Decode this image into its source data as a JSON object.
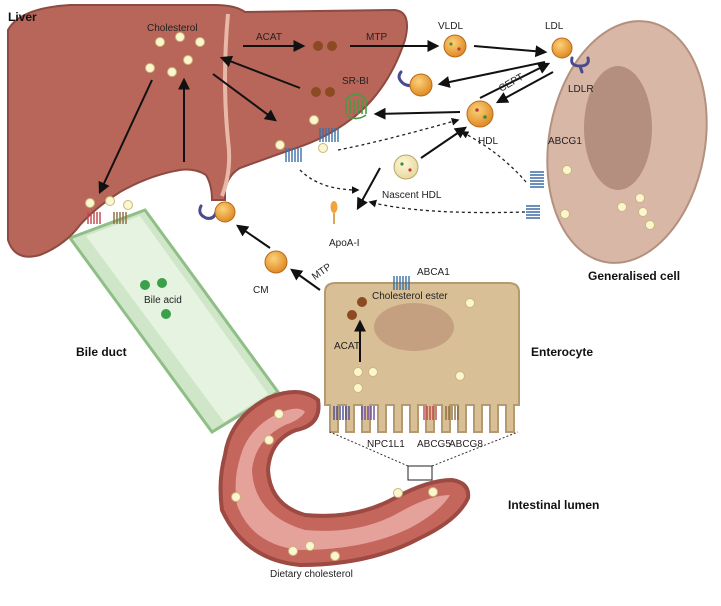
{
  "labels": {
    "liver": "Liver",
    "cholesterol": "Cholesterol",
    "acat_liver": "ACAT",
    "mtp_liver": "MTP",
    "vldl": "VLDL",
    "ldl": "LDL",
    "sr_bi": "SR-BI",
    "cept": "CEPT",
    "ldlr": "LDLR",
    "hdl": "HDL",
    "abcg1": "ABCG1",
    "nascent_hdl": "Nascent HDL",
    "apoa1": "ApoA-I",
    "generalised_cell": "Generalised cell",
    "bile_acid": "Bile acid",
    "bile_duct": "Bile duct",
    "cm": "CM",
    "mtp_entero": "MTP",
    "cholesterol_ester": "Cholesterol ester",
    "abca1": "ABCA1",
    "acat_entero": "ACAT",
    "enterocyte": "Enterocyte",
    "npc1l1": "NPC1L1",
    "abcg5": "ABCG5",
    "abcg8": "ABCG8",
    "intestinal_lumen": "Intestinal lumen",
    "dietary_cholesterol": "Dietary cholesterol"
  },
  "colors": {
    "liver": "#b8665a",
    "liver_edge": "#8e4a40",
    "cell": "#d9b7a6",
    "nucleus": "#b48f7f",
    "enterocyte": "#d9bf96",
    "bile_duct": "#cfe6c9",
    "intestine": "#c4665c",
    "cholesterol": "#fbf5d0",
    "ester": "#8b4a22",
    "bile_acid": "#3aa04a",
    "lipoprotein": "#f0a43a",
    "receptor": "#4a4a8c"
  }
}
